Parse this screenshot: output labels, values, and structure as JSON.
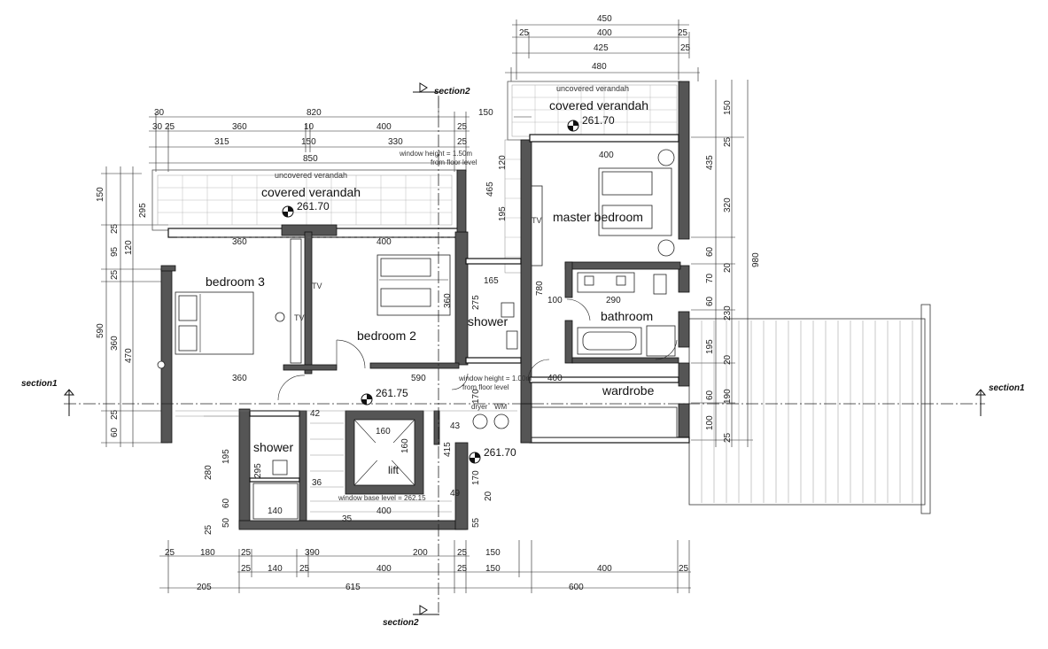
{
  "rooms": {
    "bedroom3": "bedroom 3",
    "bedroom2": "bedroom 2",
    "master": "master bedroom",
    "bathroom": "bathroom",
    "wardrobe": "wardrobe",
    "shower_top": "shower",
    "shower_bottom": "shower",
    "lift": "lift",
    "verandah_left": "covered verandah",
    "verandah_right": "covered verandah",
    "uncovered_left": "uncovered verandah",
    "uncovered_right": "uncovered verandah",
    "tv1": "TV",
    "tv2": "TV",
    "tv3": "TV",
    "dryer": "dryer",
    "wm": "WM"
  },
  "levels": {
    "verandah_left": "261.70",
    "verandah_right": "261.70",
    "hall": "261.75",
    "landing": "261.70"
  },
  "notes": {
    "window_150_a": "window height = 1.50m",
    "window_150_b": "from floor level",
    "window_100_a": "window height = 1.00m",
    "window_100_b": "from floor level",
    "window_base": "window base level = 262.15"
  },
  "sections": {
    "s1_left": "section1",
    "s1_right": "section1",
    "s2_top": "section2",
    "s2_bottom": "section2"
  },
  "dims": {
    "r450": "450",
    "r25a": "25",
    "r400a": "400",
    "r25b": "25",
    "r425": "425",
    "r480": "480",
    "r25c": "25",
    "t30": "30",
    "t820": "820",
    "t150": "150",
    "t30b": "30",
    "t25a": "25",
    "t360": "360",
    "t10": "10",
    "t400": "400",
    "t25b": "25",
    "t315": "315",
    "t150b": "150",
    "t330": "330",
    "t25c": "25",
    "t850": "850",
    "i360a": "360",
    "i400a": "400",
    "i360b": "360",
    "i590": "590",
    "i400b": "400",
    "i400c": "400",
    "i165": "165",
    "i275": "275",
    "i360c": "360",
    "i780": "780",
    "i100": "100",
    "i290": "290",
    "i465": "465",
    "i120": "120",
    "i195": "195",
    "i160a": "160",
    "i160b": "160",
    "i42": "42",
    "i43": "43",
    "i415": "415",
    "i170a": "170",
    "i170b": "170",
    "i49": "49",
    "i20": "20",
    "i55": "55",
    "i36": "36",
    "i35": "35",
    "i140": "140",
    "i400d": "400",
    "i295": "295",
    "i195b": "195",
    "i280": "280",
    "i60": "60",
    "i50": "50",
    "i25d": "25",
    "l150": "150",
    "l295": "295",
    "l25a": "25",
    "l120": "120",
    "l95": "95",
    "l25b": "25",
    "l590": "590",
    "l360": "360",
    "l470": "470",
    "l25c": "25",
    "l60": "60",
    "rt150": "150",
    "rt25": "25",
    "rt435": "435",
    "rt320": "320",
    "rt980": "980",
    "rt60a": "60",
    "rt20a": "20",
    "rt70": "70",
    "rt60b": "60",
    "rt230": "230",
    "rt195": "195",
    "rt20b": "20",
    "rt60c": "60",
    "rt190": "190",
    "rt100": "100",
    "rt25b": "25",
    "b25a": "25",
    "b180": "180",
    "b25b": "25",
    "b390": "390",
    "b200": "200",
    "b25c": "25",
    "b150": "150",
    "b25d": "25",
    "b140": "140",
    "b25e": "25",
    "b400": "400",
    "b25f": "25",
    "b150b": "150",
    "b400b": "400",
    "b25g": "25",
    "b205": "205",
    "b615": "615",
    "b600": "600"
  }
}
